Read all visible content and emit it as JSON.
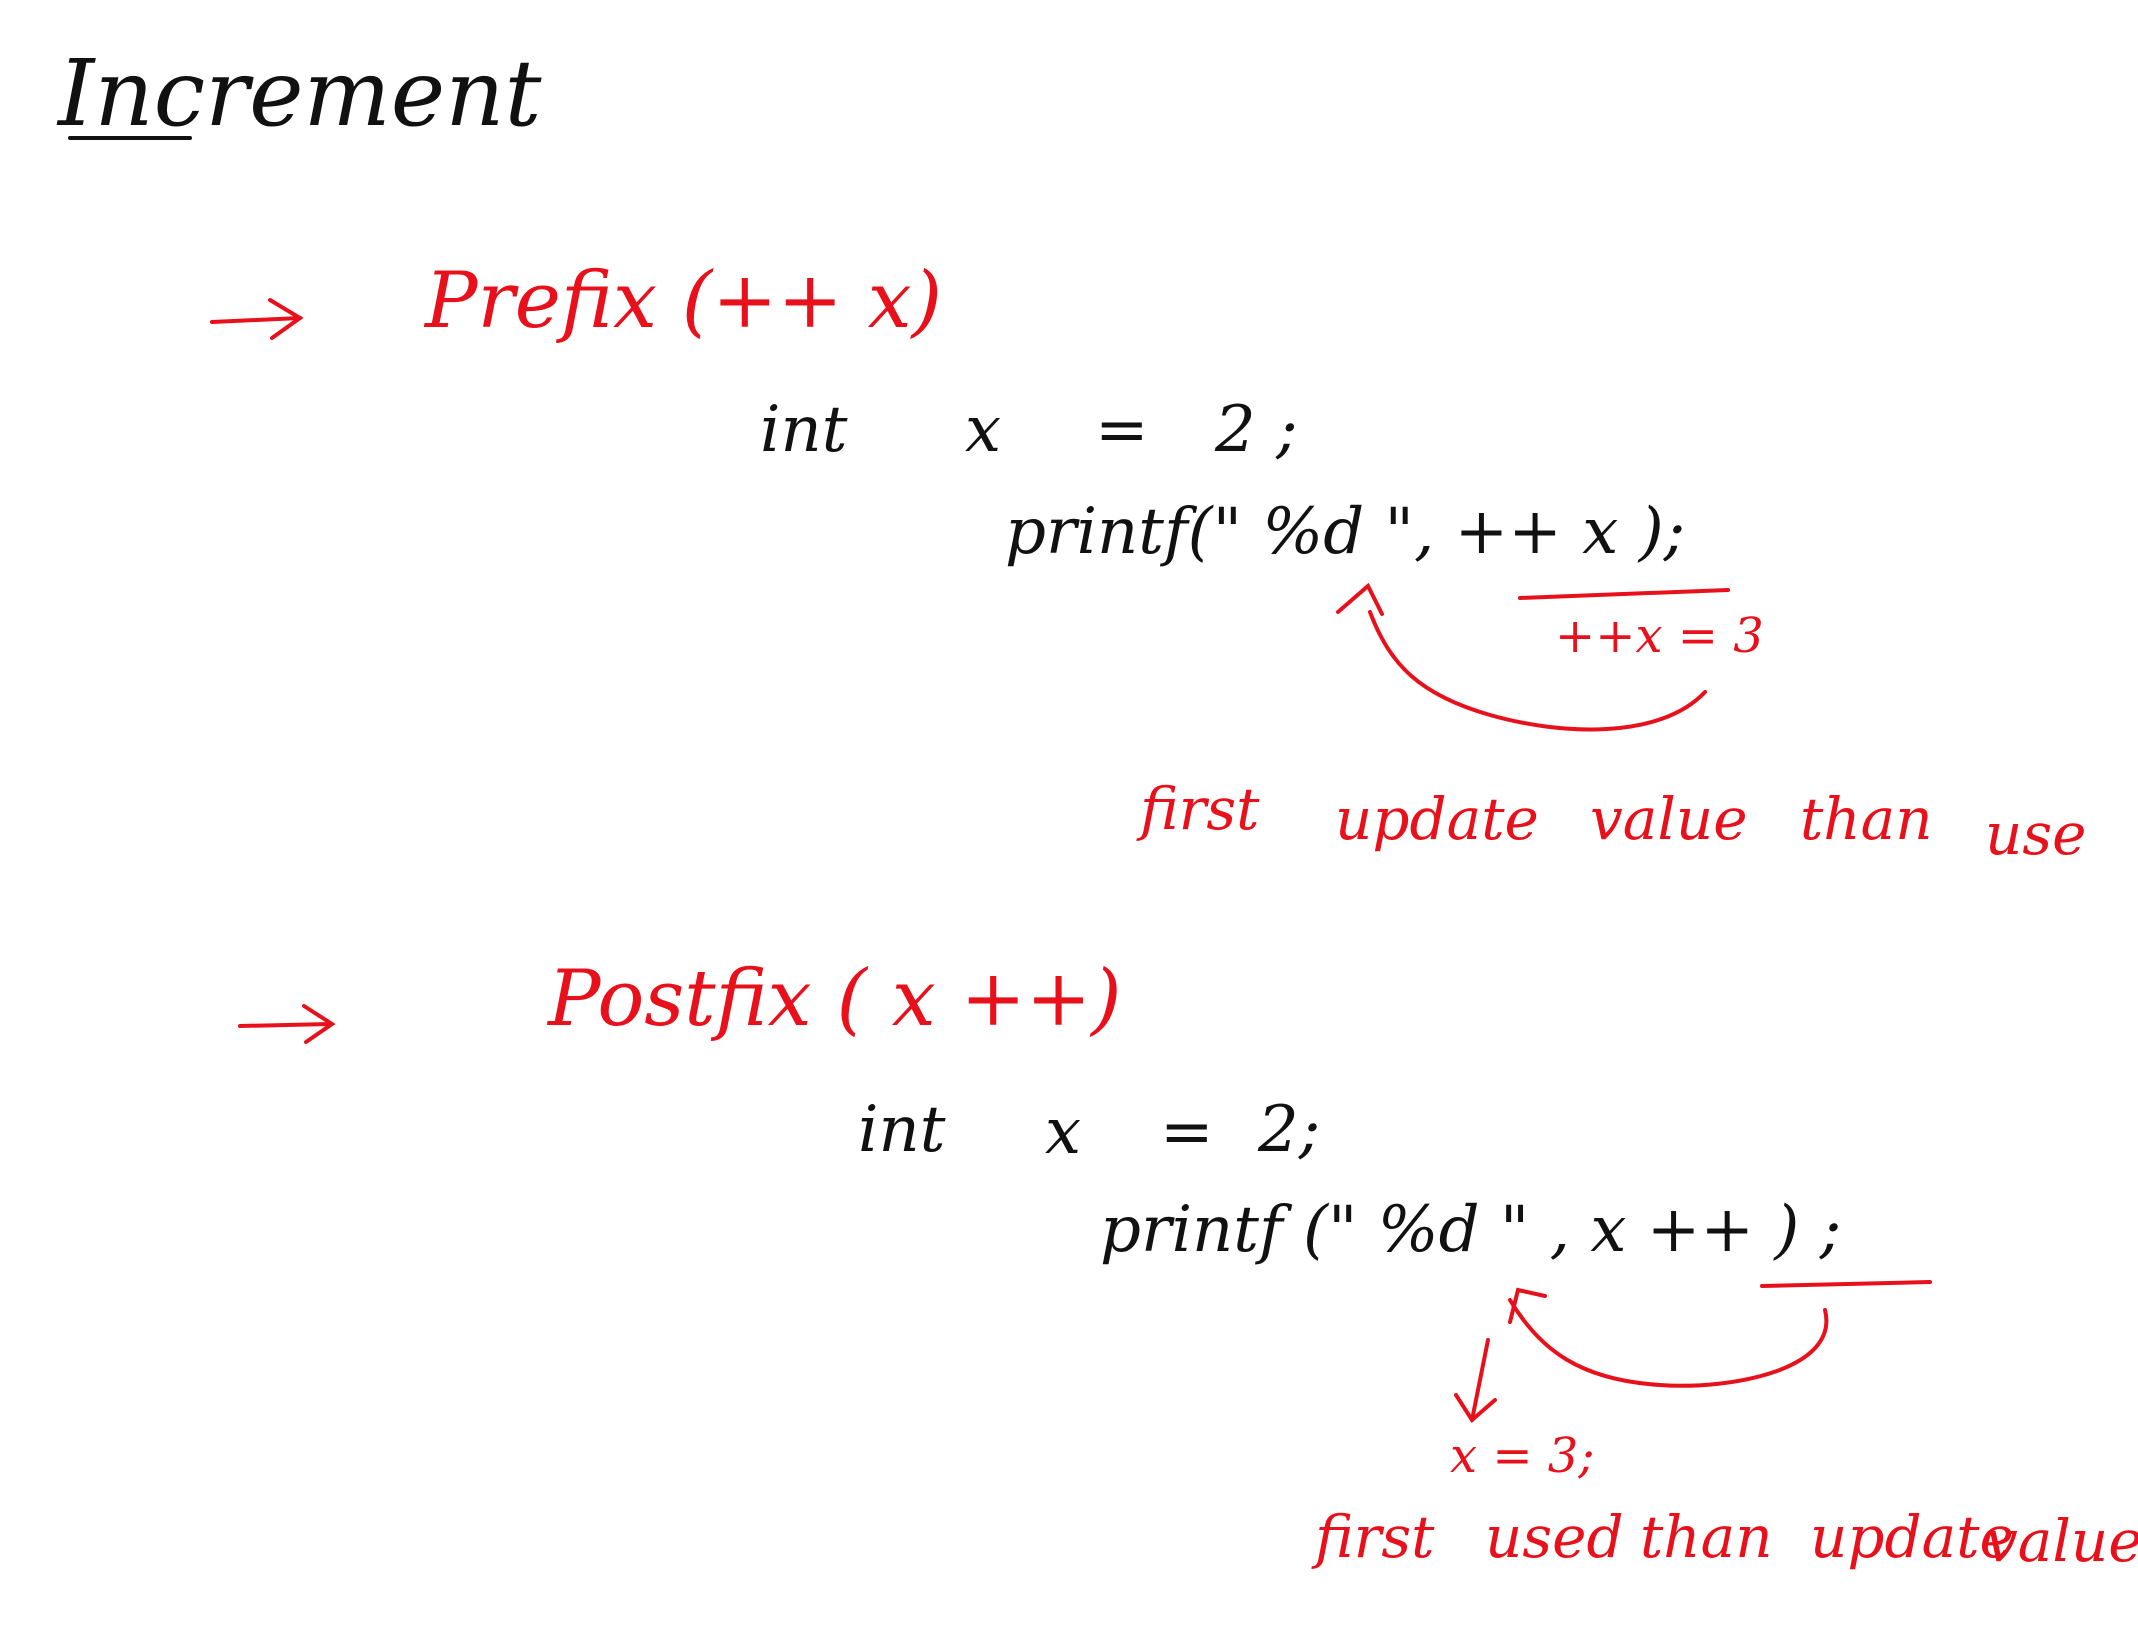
{
  "colors": {
    "ink": "#111111",
    "accent": "#e8111b"
  },
  "title": "Increment",
  "prefix": {
    "heading": "Prefix (++ x)",
    "decl": {
      "kw": "int",
      "var": "x",
      "eq": "=",
      "val": "2 ;"
    },
    "call": "printf(\" %d \",   ++ x );",
    "annotation": "++x  =  3",
    "note_words": [
      "first",
      "update",
      "value",
      "than",
      "use"
    ]
  },
  "postfix": {
    "heading": "Postfix ( x ++)",
    "decl": {
      "kw": "int",
      "var": "x",
      "eq": "=",
      "val": "2;"
    },
    "call": "printf (\" %d \" ,     x ++ ) ;",
    "annotation": "x = 3;",
    "note_words": [
      "first",
      "used",
      "than",
      "update",
      "value"
    ]
  }
}
